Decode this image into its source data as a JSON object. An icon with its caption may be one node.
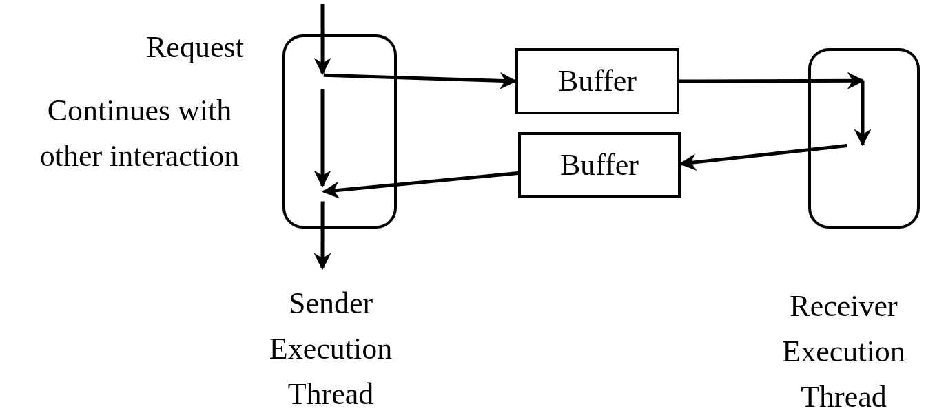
{
  "diagram": {
    "nodes": [
      {
        "text": [
          "Sender Execution Thread"
        ]
      },
      {
        "text": [
          "Buffer"
        ]
      },
      {
        "text": [
          "Buffer"
        ]
      },
      {
        "text": [
          "Receiver Execution Thread"
        ]
      }
    ],
    "edges": [
      {
        "from": null,
        "to": 0,
        "arrow": "to"
      },
      {
        "from": 0,
        "to": 1,
        "arrow": "to"
      },
      {
        "from": 1,
        "to": 3,
        "arrow": "to"
      },
      {
        "from": 3,
        "to": 2,
        "arrow": "to"
      },
      {
        "from": 2,
        "to": 0,
        "arrow": "to"
      },
      {
        "from": 0,
        "to": null,
        "arrow": "to"
      }
    ],
    "labels": [
      "Request",
      "Continues with other interaction"
    ]
  }
}
